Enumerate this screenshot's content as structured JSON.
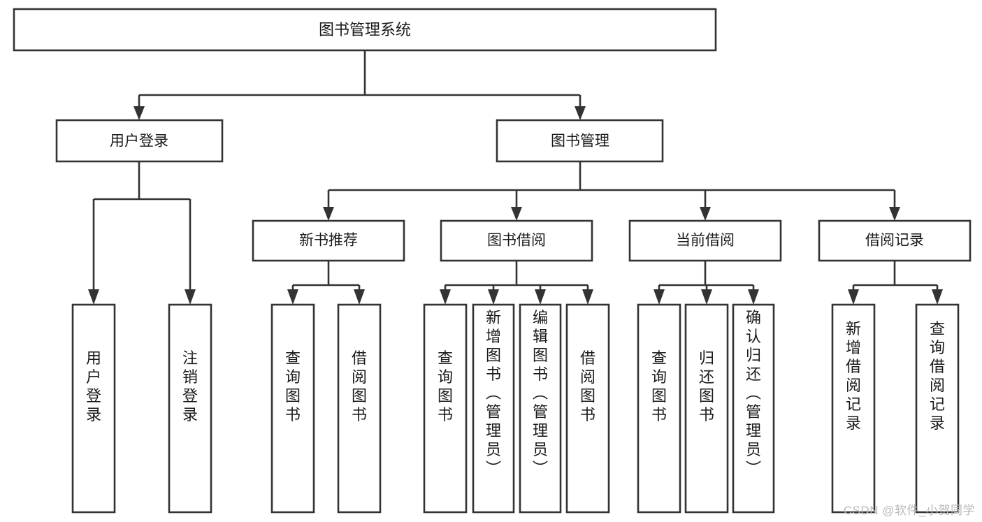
{
  "diagram": {
    "type": "tree-hierarchy",
    "title": "图书管理系统",
    "watermark": "CSDN @软件_小贺同学",
    "colors": {
      "stroke": "#333333",
      "fill": "#ffffff",
      "text": "#1a1a1a",
      "watermark": "#b9b9b9"
    },
    "levels": {
      "root": {
        "label": "图书管理系统"
      },
      "level2": [
        {
          "id": "user-login",
          "label": "用户登录"
        },
        {
          "id": "book-manage",
          "label": "图书管理"
        }
      ],
      "level3": [
        {
          "id": "new-book-recommend",
          "label": "新书推荐",
          "parent": "book-manage"
        },
        {
          "id": "book-borrow",
          "label": "图书借阅",
          "parent": "book-manage"
        },
        {
          "id": "current-borrow",
          "label": "当前借阅",
          "parent": "book-manage"
        },
        {
          "id": "borrow-record",
          "label": "借阅记录",
          "parent": "book-manage"
        }
      ],
      "leaves": [
        {
          "id": "leaf-user-login",
          "label": "用户登录",
          "parent": "user-login"
        },
        {
          "id": "leaf-logout-login",
          "label": "注销登录",
          "parent": "user-login"
        },
        {
          "id": "leaf-query-book-1",
          "label": "查询图书",
          "parent": "new-book-recommend"
        },
        {
          "id": "leaf-borrow-book-1",
          "label": "借阅图书",
          "parent": "new-book-recommend"
        },
        {
          "id": "leaf-query-book-2",
          "label": "查询图书",
          "parent": "book-borrow"
        },
        {
          "id": "leaf-add-book",
          "label": "新增图书（管理员）",
          "parent": "book-borrow"
        },
        {
          "id": "leaf-edit-book",
          "label": "编辑图书（管理员）",
          "parent": "book-borrow"
        },
        {
          "id": "leaf-borrow-book-2",
          "label": "借阅图书",
          "parent": "book-borrow"
        },
        {
          "id": "leaf-query-book-3",
          "label": "查询图书",
          "parent": "current-borrow"
        },
        {
          "id": "leaf-return-book",
          "label": "归还图书",
          "parent": "current-borrow"
        },
        {
          "id": "leaf-confirm-return",
          "label": "确认归还（管理员）",
          "parent": "current-borrow"
        },
        {
          "id": "leaf-add-record",
          "label": "新增借阅记录",
          "parent": "borrow-record"
        },
        {
          "id": "leaf-query-record",
          "label": "查询借阅记录",
          "parent": "borrow-record"
        }
      ]
    }
  }
}
